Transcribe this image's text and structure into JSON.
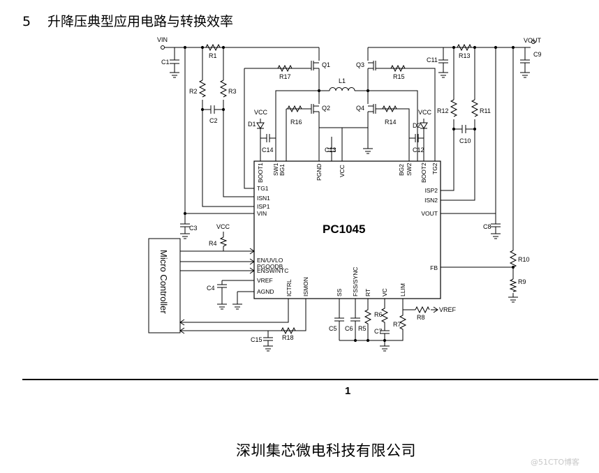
{
  "section": {
    "number": "5",
    "title": "升降压典型应用电路与转换效率"
  },
  "chip": {
    "name": "PC1045",
    "top_pins": [
      "BOOT1",
      "SW1",
      "BG1",
      "PGND",
      "VCC",
      "BG2",
      "SW2",
      "BOOT2",
      "TG2"
    ],
    "left_pins": [
      "TG1",
      "ISN1",
      "ISP1",
      "VIN",
      "EN/UVLO",
      "PGOODB",
      "ENSW/NTC",
      "VREF",
      "AGND"
    ],
    "right_pins": [
      "ISP2",
      "ISN2",
      "VOUT",
      "FB"
    ],
    "bottom_pins": [
      "ICTRL",
      "ISMON",
      "SS",
      "FSS/SYNC",
      "RT",
      "VC",
      "LLIM"
    ]
  },
  "rails": {
    "vin": "VIN",
    "vout": "VOUT",
    "vcc": "VCC",
    "vref": "VREF"
  },
  "controller": "Micro Controller",
  "components": {
    "c1": "C1",
    "c2": "C2",
    "c3": "C3",
    "c4": "C4",
    "c5": "C5",
    "c6": "C6",
    "c7": "C7",
    "c8": "C8",
    "c9": "C9",
    "c10": "C10",
    "c11": "C11",
    "c12": "C12",
    "c13": "C13",
    "c14": "C14",
    "c15": "C15",
    "r1": "R1",
    "r2": "R2",
    "r3": "R3",
    "r4": "R4",
    "r5": "R5",
    "r6": "R6",
    "r7": "R7",
    "r8": "R8",
    "r9": "R9",
    "r10": "R10",
    "r11": "R11",
    "r12": "R12",
    "r13": "R13",
    "r14": "R14",
    "r15": "R15",
    "r16": "R16",
    "r17": "R17",
    "r18": "R18",
    "q1": "Q1",
    "q2": "Q2",
    "q3": "Q3",
    "q4": "Q4",
    "l1": "L1",
    "d1": "D1",
    "d2": "D2"
  },
  "footer": {
    "page": "1",
    "company": "深圳集芯微电科技有限公司",
    "watermark": "@51CTO博客"
  }
}
